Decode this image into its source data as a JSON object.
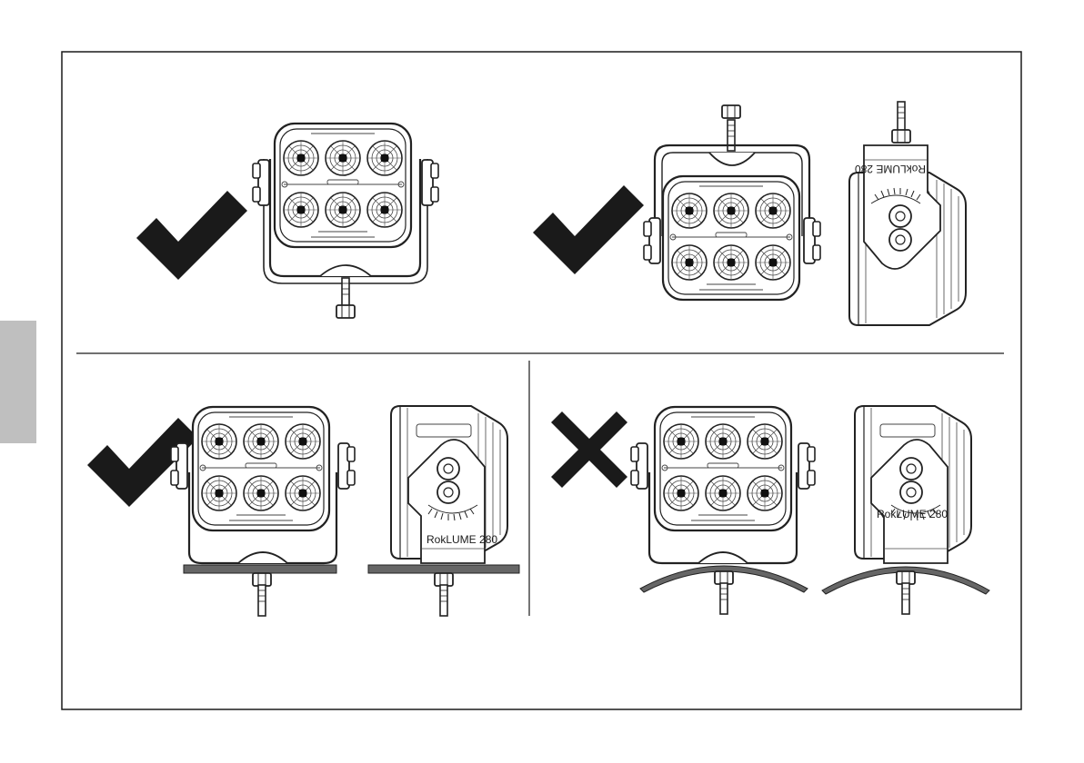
{
  "page": {
    "brand_label": "RokLUME 280",
    "accent_gray": "#bfbfbf",
    "line_color": "#1a1a1a"
  },
  "panels": [
    {
      "id": "front-top-bracket-down",
      "mark": "check-icon",
      "status": "correct"
    },
    {
      "id": "bracket-up",
      "mark": "check-icon",
      "status": "correct"
    },
    {
      "id": "flat-surface",
      "mark": "check-icon",
      "status": "correct"
    },
    {
      "id": "curved-surface",
      "mark": "cross-icon",
      "status": "incorrect"
    }
  ]
}
